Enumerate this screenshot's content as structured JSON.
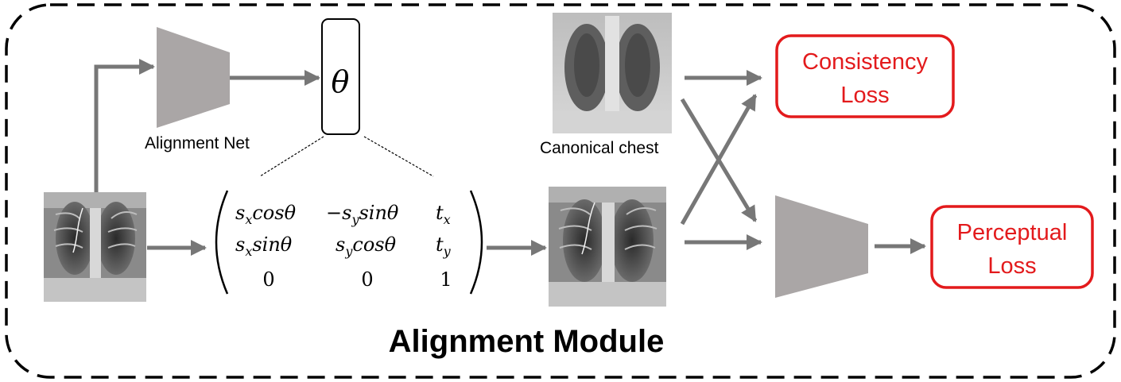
{
  "module_title": "Alignment Module",
  "alignment_net_label": "Alignment Net",
  "canonical_label": "Canonical chest",
  "theta_symbol": "θ",
  "consistency_loss": {
    "line1": "Consistency",
    "line2": "Loss"
  },
  "perceptual_loss": {
    "line1": "Perceptual",
    "line2": "Loss"
  },
  "matrix": {
    "r1": {
      "c1_base": "s",
      "c1_sub": "x",
      "c1_rest": "cosθ",
      "c2_base": "−s",
      "c2_sub": "y",
      "c2_rest": "sinθ",
      "c3_base": "t",
      "c3_sub": "x"
    },
    "r2": {
      "c1_base": "s",
      "c1_sub": "x",
      "c1_rest": "sinθ",
      "c2_base": "s",
      "c2_sub": "y",
      "c2_rest": "cosθ",
      "c3_base": "t",
      "c3_sub": "y"
    },
    "r3": {
      "c1": "0",
      "c2": "0",
      "c3": "1"
    }
  },
  "colors": {
    "loss": "#e31a1c",
    "arrow": "#777777",
    "block": "#aaa6a6",
    "border": "#000000"
  }
}
